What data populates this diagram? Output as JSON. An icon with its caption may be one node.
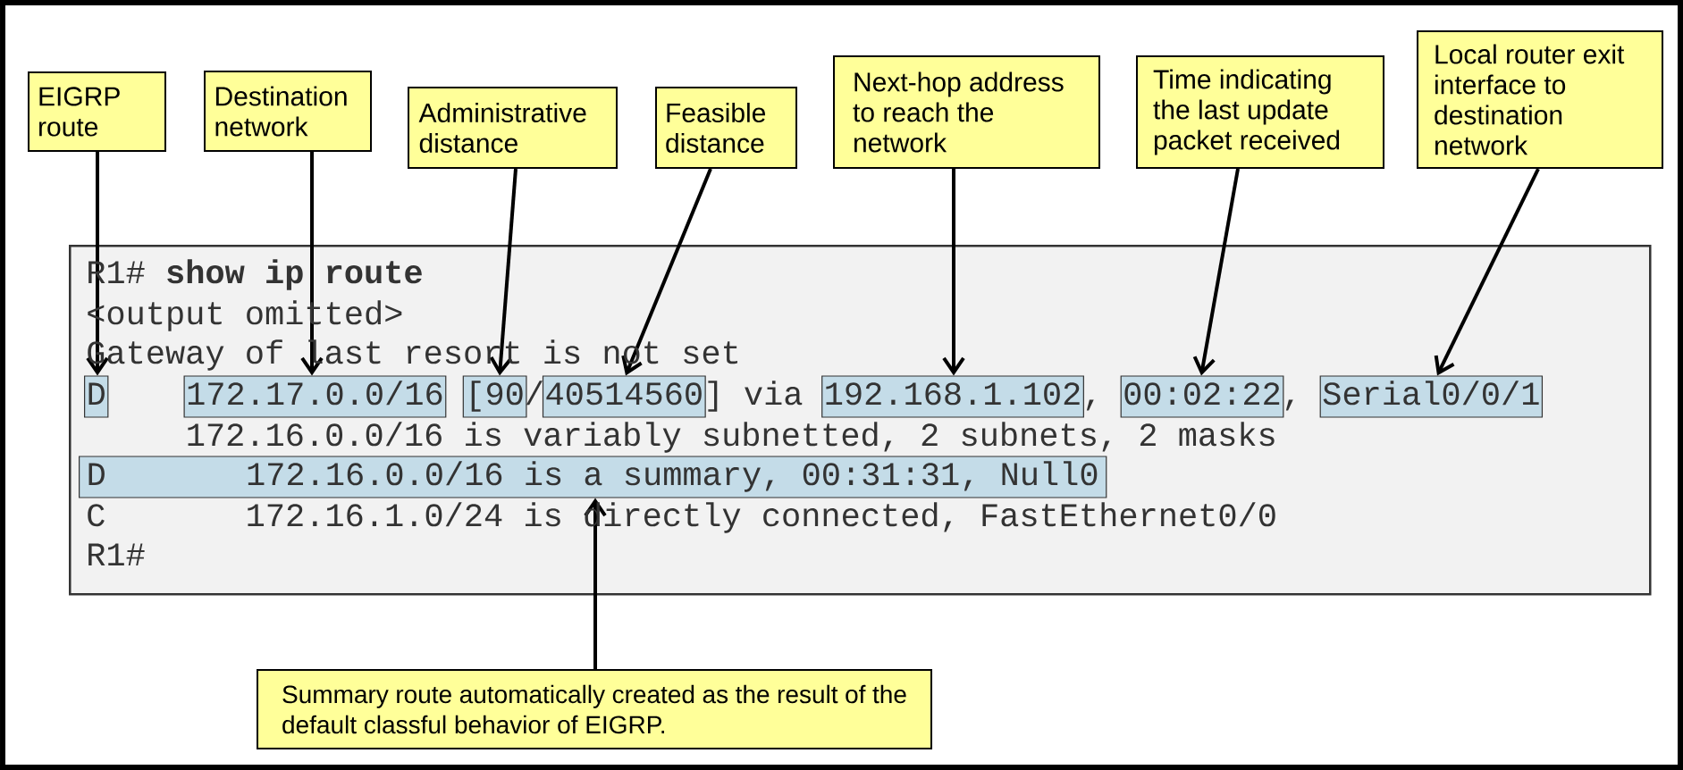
{
  "diagram": {
    "nodes": [
      {
        "text": [
          "EIGRP route"
        ]
      },
      {
        "text": [
          "Destination network"
        ]
      },
      {
        "text": [
          "Administrative distance"
        ]
      },
      {
        "text": [
          "Feasible distance"
        ]
      },
      {
        "text": [
          "Next-hop address to reach the network"
        ]
      },
      {
        "text": [
          "Time indicating the last update packet received"
        ]
      },
      {
        "text": [
          "Local router exit interface to destination network"
        ]
      },
      {
        "text": [],
        "shape": "box"
      },
      {
        "text": [
          "D"
        ],
        "in": 7
      },
      {
        "text": [
          "172.17.0.0/16"
        ],
        "in": 7
      },
      {
        "text": [
          "[90"
        ],
        "in": 7
      },
      {
        "text": [
          "40514560"
        ],
        "in": 7
      },
      {
        "text": [
          "192.168.1.102"
        ],
        "in": 7
      },
      {
        "text": [
          "00:02:22"
        ],
        "in": 7
      },
      {
        "text": [
          "Serial0/0/1"
        ],
        "in": 7
      },
      {
        "text": [
          "D",
          "172.16.0.0/16 is a summary, 00:31:31, Null0"
        ],
        "in": 7
      },
      {
        "text": [
          "Summary route automatically created as the result of the default classful behavior of EIGRP."
        ]
      }
    ],
    "edges": [
      {
        "from": 0,
        "to": 8,
        "arrow": "to"
      },
      {
        "from": 1,
        "to": 9,
        "arrow": "to"
      },
      {
        "from": 2,
        "to": 10,
        "arrow": "to"
      },
      {
        "from": 3,
        "to": 11,
        "arrow": "to"
      },
      {
        "from": 4,
        "to": 12,
        "arrow": "to"
      },
      {
        "from": 5,
        "to": 13,
        "arrow": "to"
      },
      {
        "from": 6,
        "to": 14,
        "arrow": "to"
      },
      {
        "from": 16,
        "to": 15,
        "arrow": "to"
      }
    ],
    "labels": [
      "R1# **show ip route**",
      "<output omitted>",
      "Gateway of last resort is not set",
      "/",
      "] via",
      ",",
      ",",
      "172.16.0.0/16 is variably subnetted, 2 subnets, 2 masks",
      "C",
      "172.16.1.0/24 is directly connected, FastEthernet0/0",
      "R1#"
    ]
  }
}
